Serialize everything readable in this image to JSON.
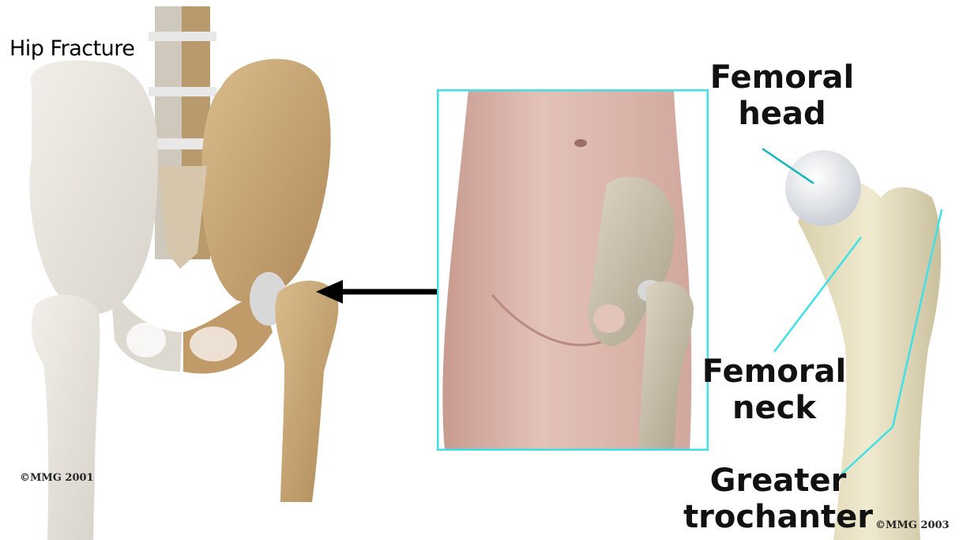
{
  "title": "Hip Fracture",
  "copyright_left": "©MMG 2001",
  "copyright_right": "©MMG 2003",
  "labels": {
    "femoral_head": [
      "Femoral",
      "head"
    ],
    "femoral_neck": [
      "Femoral",
      "neck"
    ],
    "greater_trochanter": [
      "Greater",
      "trochanter"
    ]
  },
  "colors": {
    "bone_natural": "#c9a97a",
    "bone_pale": "#e6e1d8",
    "skin": "#dcb4aa",
    "cyan_border": "#3fe0e6",
    "arrow": "#000000"
  }
}
